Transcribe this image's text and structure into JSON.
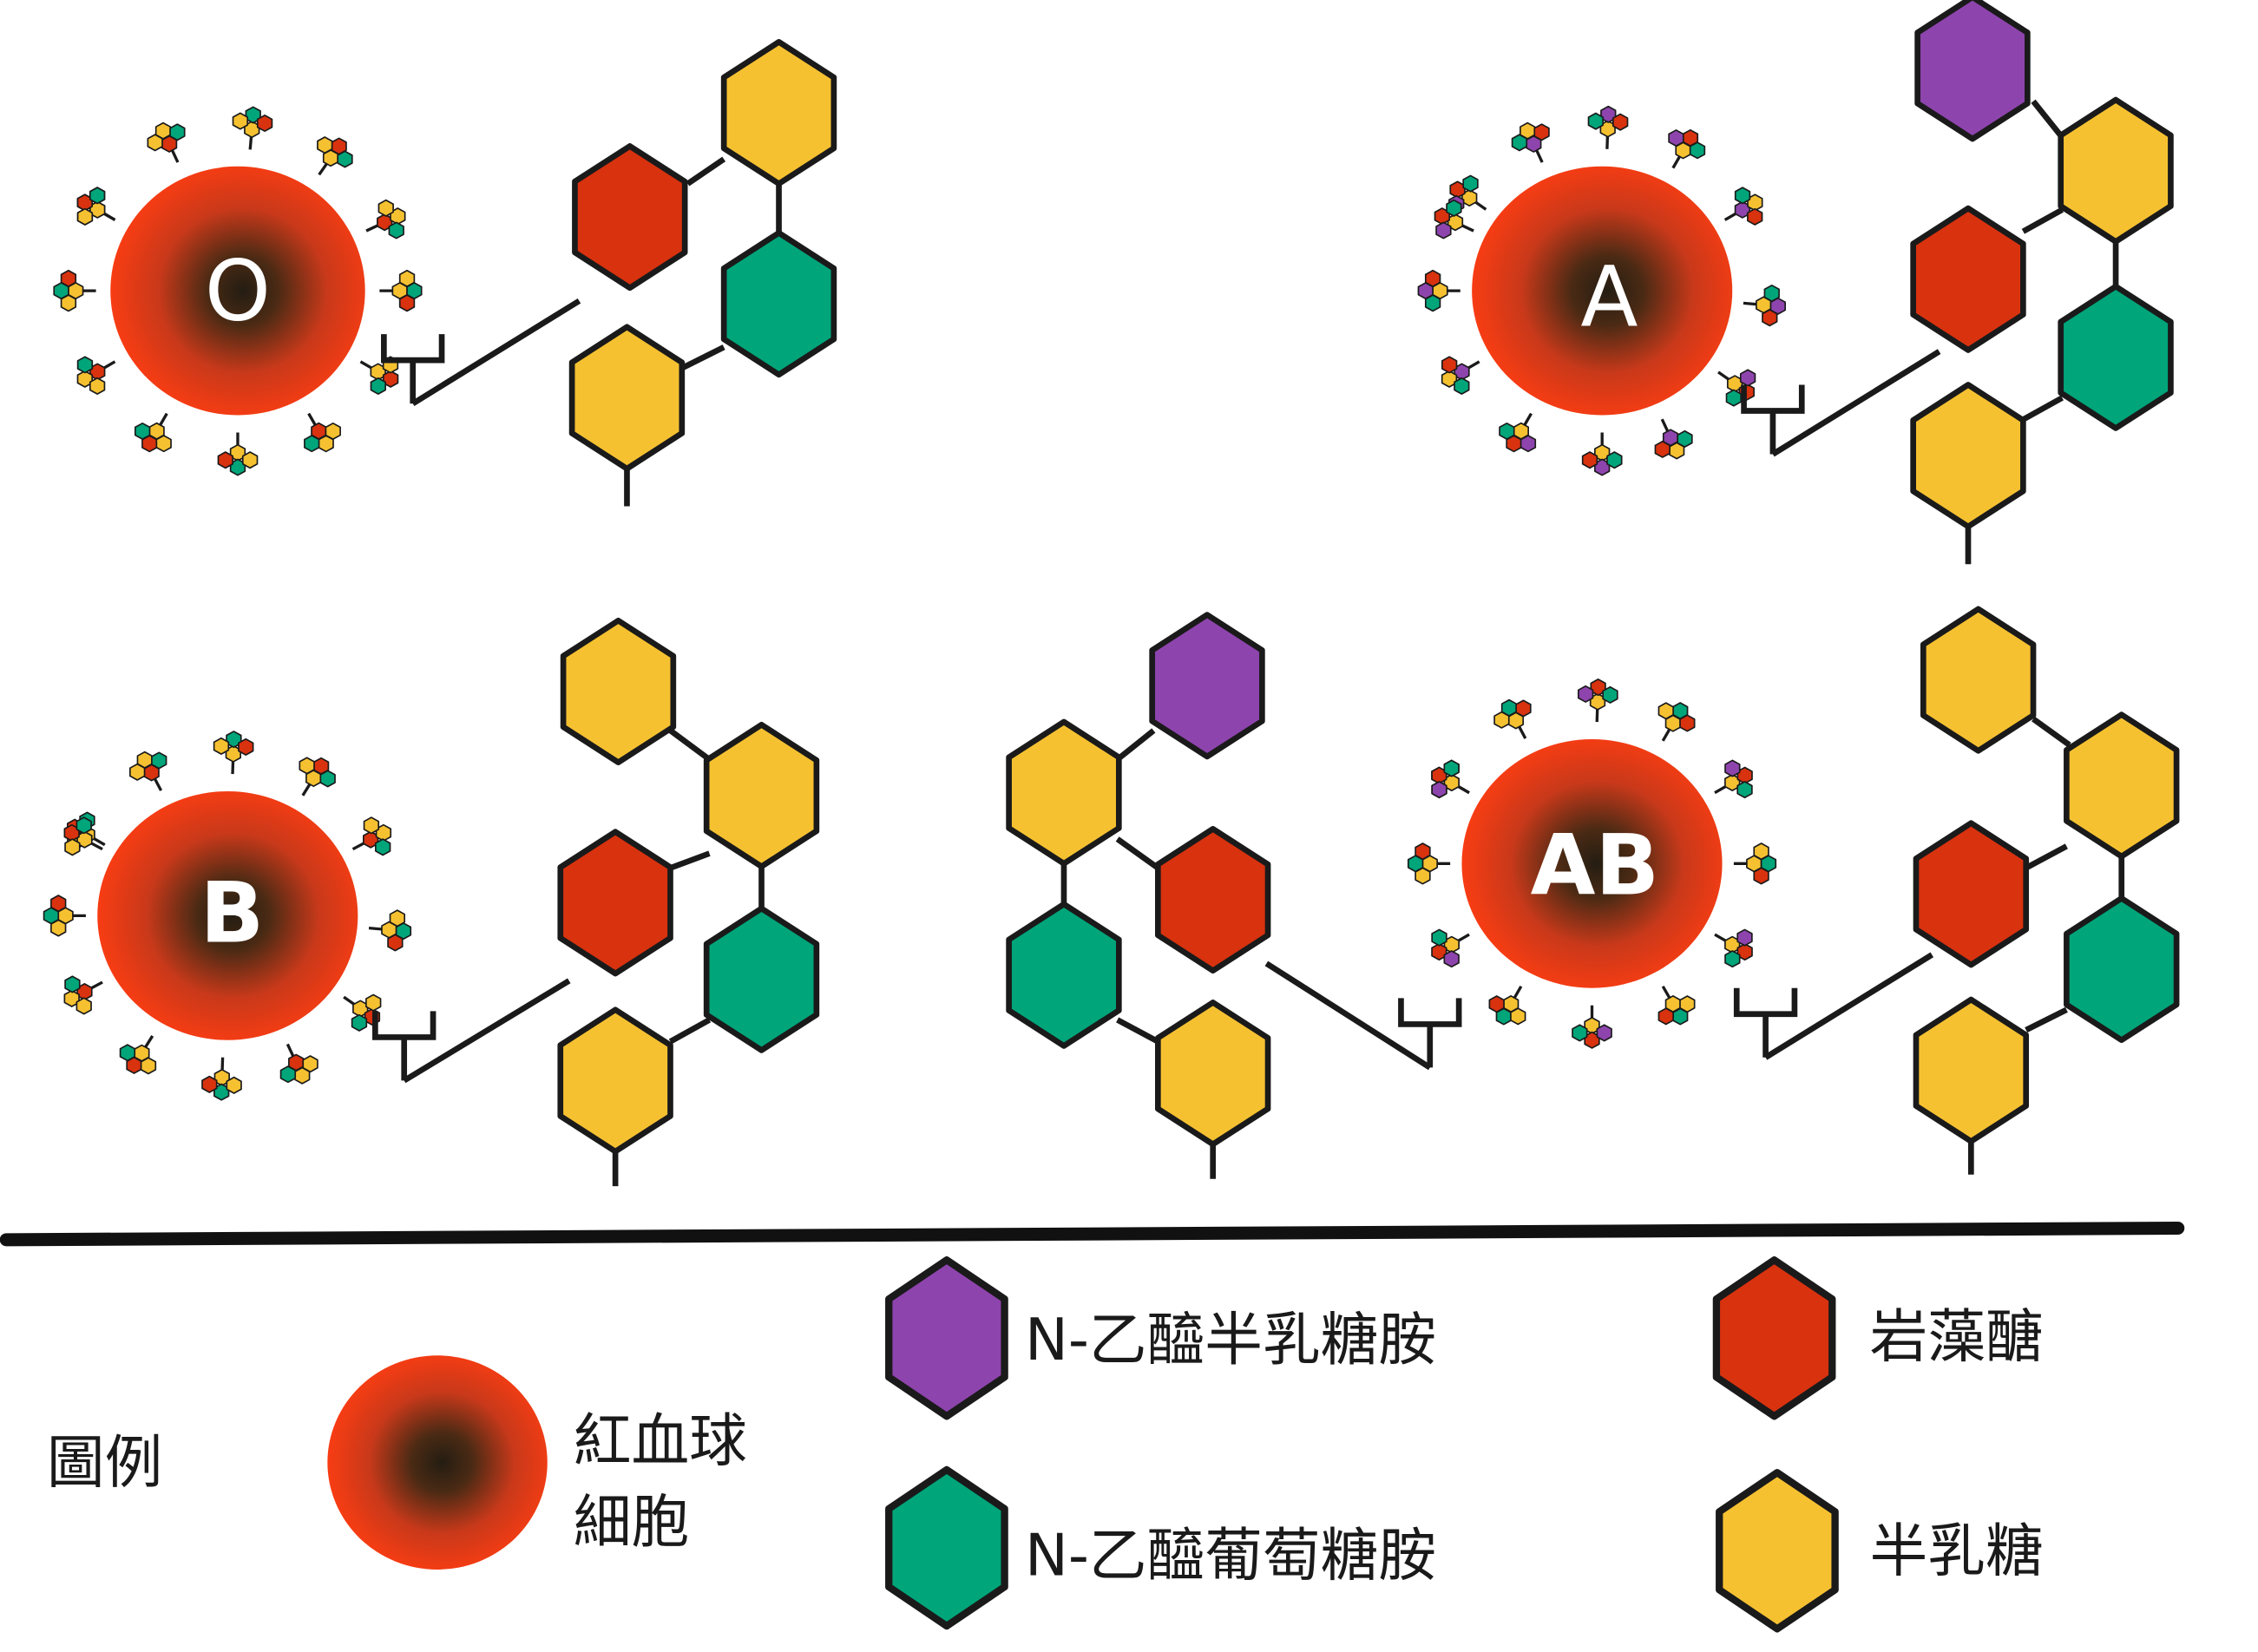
{
  "colors": {
    "n_acetylgalactosamine": "#8e44ad",
    "n_acetylglucosamine": "#00a57a",
    "fucose": "#d8320f",
    "galactose": "#f6c131",
    "outline": "#1a1a1a",
    "cell_edge": "#ff3d12",
    "cell_core": "#241d12"
  },
  "cells": {
    "o": {
      "label": "O"
    },
    "a": {
      "label": "A"
    },
    "b": {
      "label": "B"
    },
    "ab": {
      "label": "AB"
    }
  },
  "legend": {
    "title": "圖例",
    "red_blood_cell_line1": "紅血球",
    "red_blood_cell_line2": "細胞",
    "n_acetylgalactosamine": "N-乙醯半乳糖胺",
    "n_acetylglucosamine": "N-乙醯葡萄糖胺",
    "fucose": "岩藻醣",
    "galactose": "半乳糖"
  }
}
